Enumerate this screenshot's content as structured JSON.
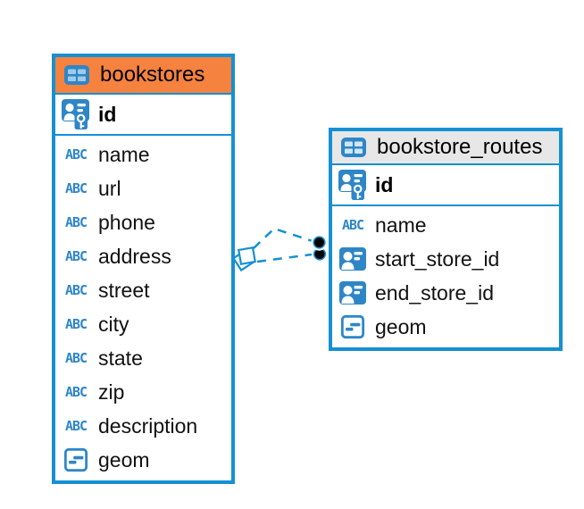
{
  "canvas": {
    "background": "#ffffff"
  },
  "colors": {
    "node_border_blue": "#1590d2",
    "icon_blue": "#2e86c7",
    "icon_cell_light_blue": "#9fcbe9",
    "bookstores_header_orange": "#f5823f",
    "routes_header_gray": "#e7e7e7",
    "text_black": "#000000",
    "relationship_line_blue": "#1590d2",
    "relationship_endpoint_black": "#000000"
  },
  "icons": {
    "text_glyph": "ABC",
    "table_icon": "table-grid",
    "primary_key_icon": "person-card-with-key",
    "foreign_key_icon": "person-card",
    "geometry_icon": "outlined-card-with-dashes"
  },
  "tables": [
    {
      "name": "bookstores",
      "header_color": "#f5823f",
      "primary_key": {
        "name": "id",
        "icon": "primary-key-icon"
      },
      "columns": [
        {
          "name": "name",
          "icon": "text-column-icon"
        },
        {
          "name": "url",
          "icon": "text-column-icon"
        },
        {
          "name": "phone",
          "icon": "text-column-icon"
        },
        {
          "name": "address",
          "icon": "text-column-icon"
        },
        {
          "name": "street",
          "icon": "text-column-icon"
        },
        {
          "name": "city",
          "icon": "text-column-icon"
        },
        {
          "name": "state",
          "icon": "text-column-icon"
        },
        {
          "name": "zip",
          "icon": "text-column-icon"
        },
        {
          "name": "description",
          "icon": "text-column-icon"
        },
        {
          "name": "geom",
          "icon": "geometry-column-icon"
        }
      ]
    },
    {
      "name": "bookstore_routes",
      "header_color": "#e7e7e7",
      "primary_key": {
        "name": "id",
        "icon": "primary-key-icon"
      },
      "columns": [
        {
          "name": "name",
          "icon": "text-column-icon"
        },
        {
          "name": "start_store_id",
          "icon": "foreign-key-icon"
        },
        {
          "name": "end_store_id",
          "icon": "foreign-key-icon"
        },
        {
          "name": "geom",
          "icon": "geometry-column-icon"
        }
      ]
    }
  ],
  "relationships": [
    {
      "source_table": "bookstores",
      "target_table": "bookstore_routes",
      "line_style": "dashed",
      "source_marker": "stacked-squares",
      "target_marker": "filled-circle"
    },
    {
      "source_table": "bookstores",
      "target_table": "bookstore_routes",
      "line_style": "dashed",
      "source_marker": "stacked-squares",
      "target_marker": "filled-circle"
    }
  ]
}
